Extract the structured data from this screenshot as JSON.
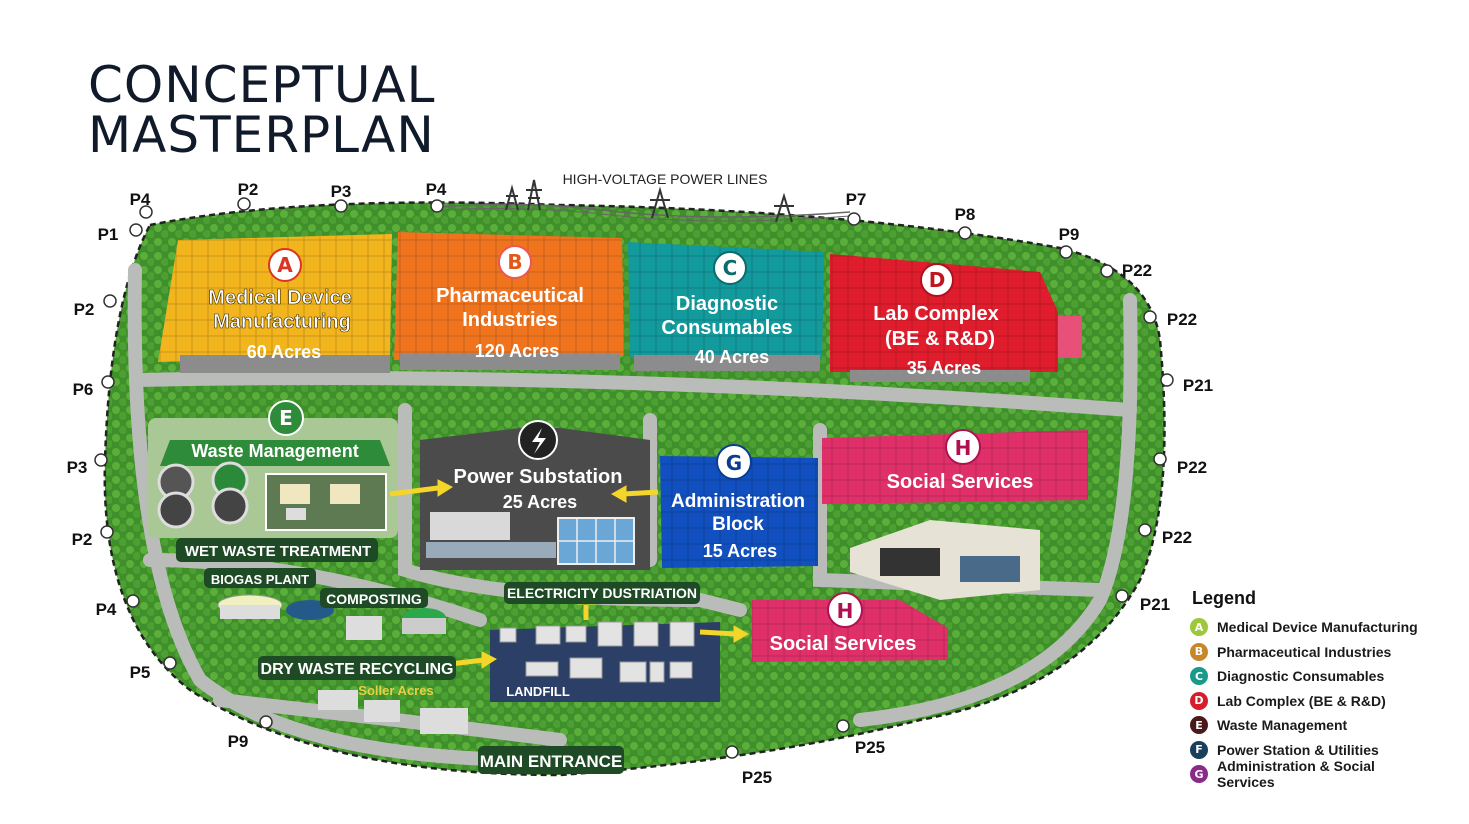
{
  "title": {
    "line1": "CONCEPTUAL",
    "line2": "MASTERPLAN"
  },
  "power_lines_label": "HIGH-VOLTAGE POWER LINES",
  "plots": [
    {
      "letter": "A",
      "name1": "Medical Device",
      "name2": "Manufacturing",
      "acres": "60 Acres",
      "color": "#f2b51d"
    },
    {
      "letter": "B",
      "name1": "Pharmaceutical",
      "name2": "Industries",
      "acres": "120 Acres",
      "color": "#f0741e"
    },
    {
      "letter": "C",
      "name1": "Diagnostic",
      "name2": "Consumables",
      "acres": "40 Acres",
      "color": "#139a9c"
    },
    {
      "letter": "D",
      "name1": "Lab Complex",
      "name2": "(BE & R&D)",
      "acres": "35 Acres",
      "color": "#e01d2d"
    },
    {
      "letter": "E",
      "name1": "Waste Management",
      "color": "#2e8b3a"
    },
    {
      "name1": "Power Substation",
      "acres": "25 Acres",
      "color": "#4b4b4b"
    },
    {
      "letter": "G",
      "name1": "Administration",
      "name2": "Block",
      "acres": "15 Acres",
      "color": "#1250c0"
    },
    {
      "letter": "H",
      "name1": "Social Services",
      "color": "#e0306a"
    },
    {
      "letter": "H",
      "name1": "Social Services",
      "color": "#e0306a"
    }
  ],
  "facility_labels": {
    "wet_waste": "WET WASTE TREATMENT",
    "biogas": "BIOGAS PLANT",
    "composting": "COMPOSTING",
    "electricity": "ELECTRICITY DUSTRIATION",
    "dry_waste": "DRY WASTE RECYCLING",
    "dry_waste_sub": "Soller Acres",
    "landfill": "LANDFILL",
    "main_entrance": "MAIN ENTRANCE"
  },
  "boundary_points": [
    "P4",
    "P2",
    "P3",
    "P4",
    "P7",
    "P8",
    "P9",
    "P22",
    "P22",
    "P21",
    "P22",
    "P22",
    "P21",
    "P25",
    "P25",
    "P9",
    "P5",
    "P4",
    "P2",
    "P3",
    "P6",
    "P2",
    "P1"
  ],
  "legend": {
    "title": "Legend",
    "items": [
      {
        "letter": "A",
        "label": "Medical Device Manufacturing",
        "color": "#9cc83a"
      },
      {
        "letter": "B",
        "label": "Pharmaceutical Industries",
        "color": "#c8862a"
      },
      {
        "letter": "C",
        "label": "Diagnostic Consumables",
        "color": "#1a9a8a"
      },
      {
        "letter": "D",
        "label": "Lab Complex (BE & R&D)",
        "color": "#d41f2a"
      },
      {
        "letter": "E",
        "label": "Waste Management",
        "color": "#4a1a1a"
      },
      {
        "letter": "F",
        "label": "Power Station & Utilities",
        "color": "#1a3f5a"
      },
      {
        "letter": "G",
        "label": "Administration & Social Services",
        "color": "#8a2a8a"
      }
    ]
  }
}
